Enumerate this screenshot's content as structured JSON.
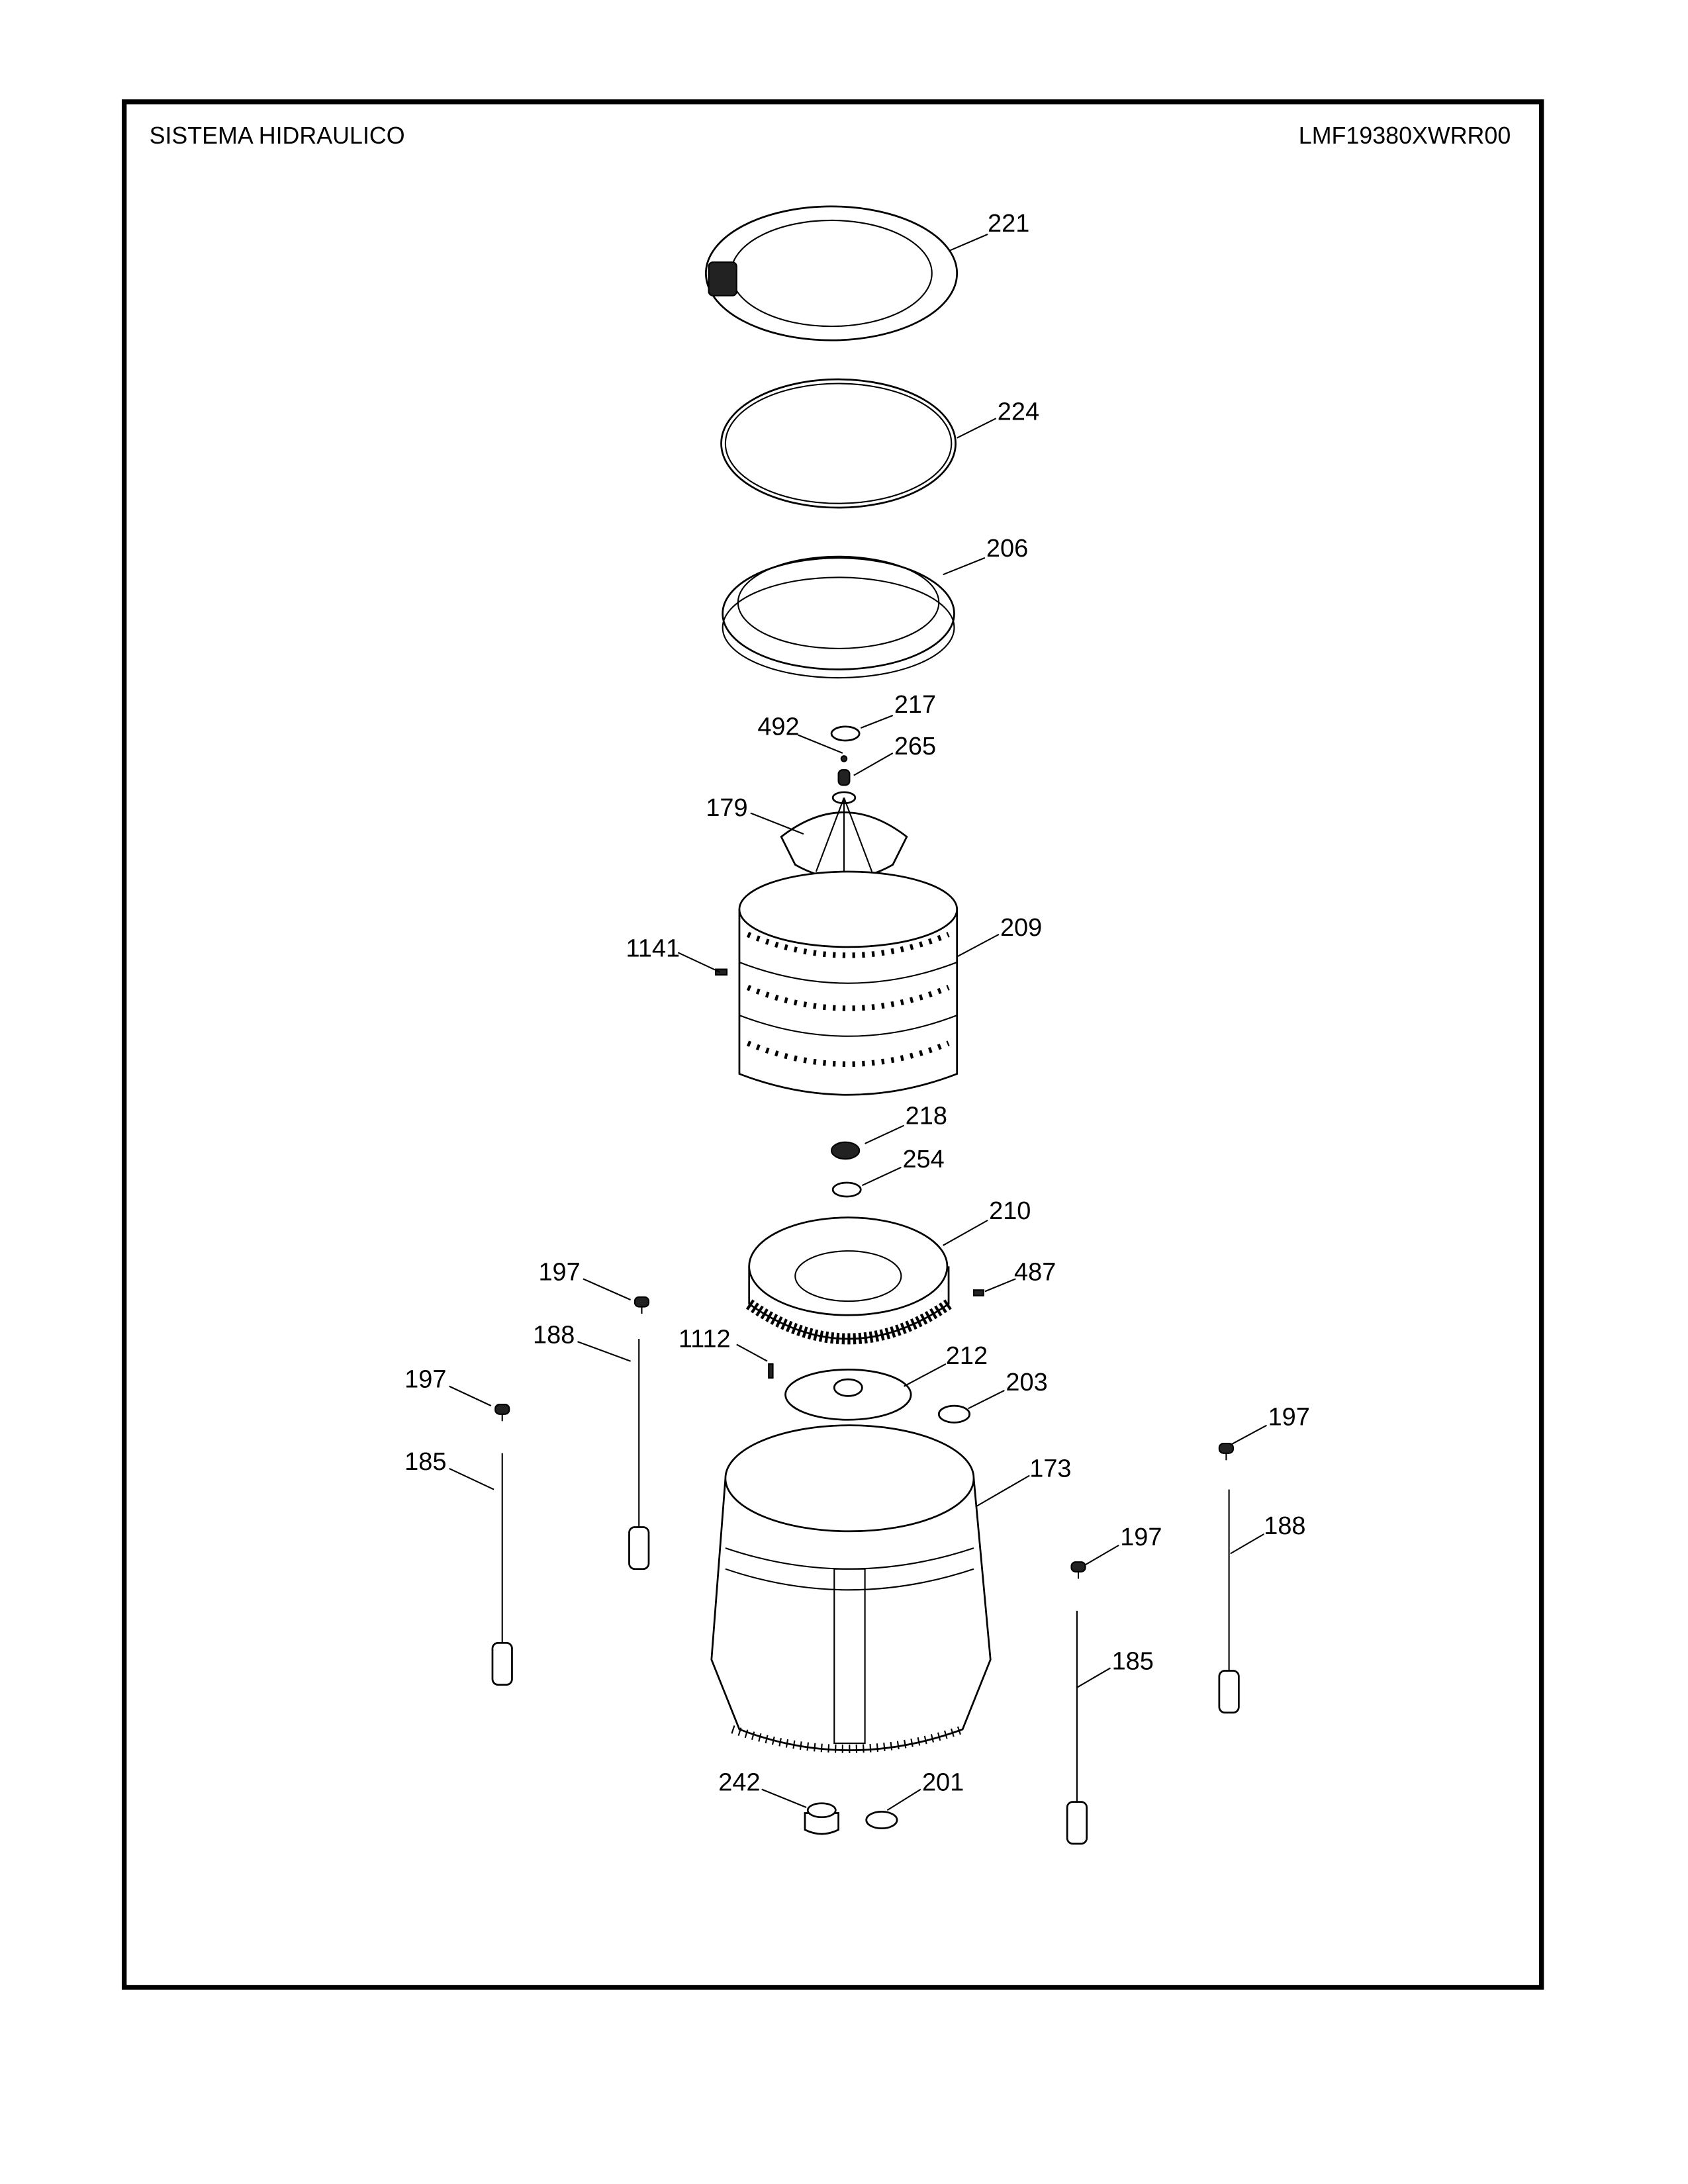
{
  "header": {
    "title": "SISTEMA HIDRAULICO",
    "model": "LMF19380XWRR00"
  },
  "callouts": [
    "221",
    "224",
    "206",
    "217",
    "492",
    "265",
    "179",
    "1141",
    "209",
    "218",
    "254",
    "210",
    "197",
    "487",
    "188",
    "1112",
    "212",
    "203",
    "197",
    "197",
    "185",
    "173",
    "188",
    "197",
    "185",
    "242",
    "201"
  ]
}
